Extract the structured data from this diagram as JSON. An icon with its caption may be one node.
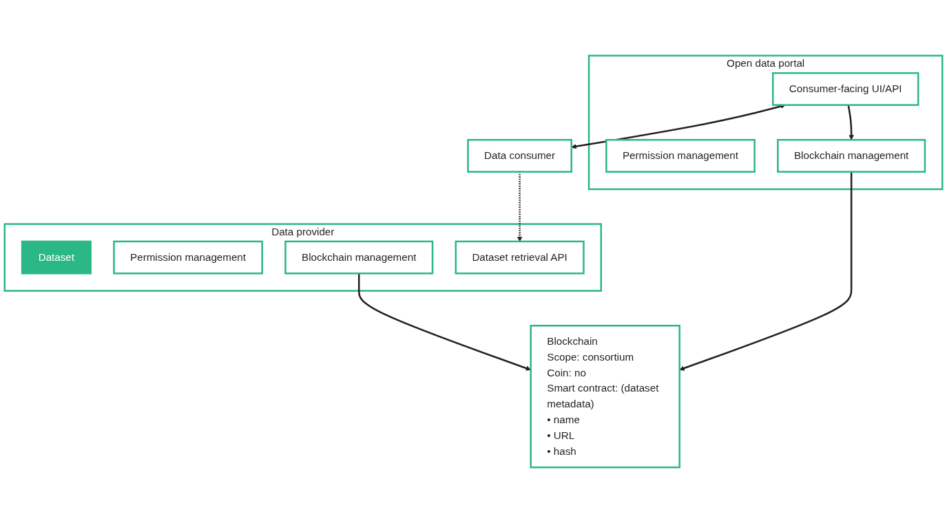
{
  "diagram": {
    "nodes": [
      {
        "text": [
          "Data provider"
        ]
      },
      {
        "text": [
          "Dataset"
        ],
        "in": 0
      },
      {
        "text": [
          "Permission management"
        ],
        "in": 0
      },
      {
        "text": [
          "Blockchain management"
        ],
        "in": 0
      },
      {
        "text": [
          "Dataset retrieval API"
        ],
        "in": 0
      },
      {
        "text": [
          "Blockchain",
          "Scope: consortium",
          "Coin: no",
          "Smart contract: (dataset metadata)",
          "• name",
          "• URL",
          "• hash"
        ]
      },
      {
        "text": [
          "Open data portal"
        ]
      },
      {
        "text": [
          "Permission management"
        ],
        "in": 6
      },
      {
        "text": [
          "Blockchain management"
        ],
        "in": 6
      },
      {
        "text": [
          "Consumer-facing UI/API"
        ],
        "in": 6
      },
      {
        "text": [
          "Data consumer"
        ]
      }
    ],
    "edges": [
      {
        "from": 3,
        "to": 5,
        "arrow": "to"
      },
      {
        "from": 8,
        "to": 5,
        "arrow": "to"
      },
      {
        "from": 9,
        "to": 8,
        "arrow": "to"
      },
      {
        "from": 9,
        "to": 10,
        "arrow": "both"
      },
      {
        "from": 10,
        "to": 4,
        "arrow": "to",
        "style": "dashed"
      }
    ]
  }
}
